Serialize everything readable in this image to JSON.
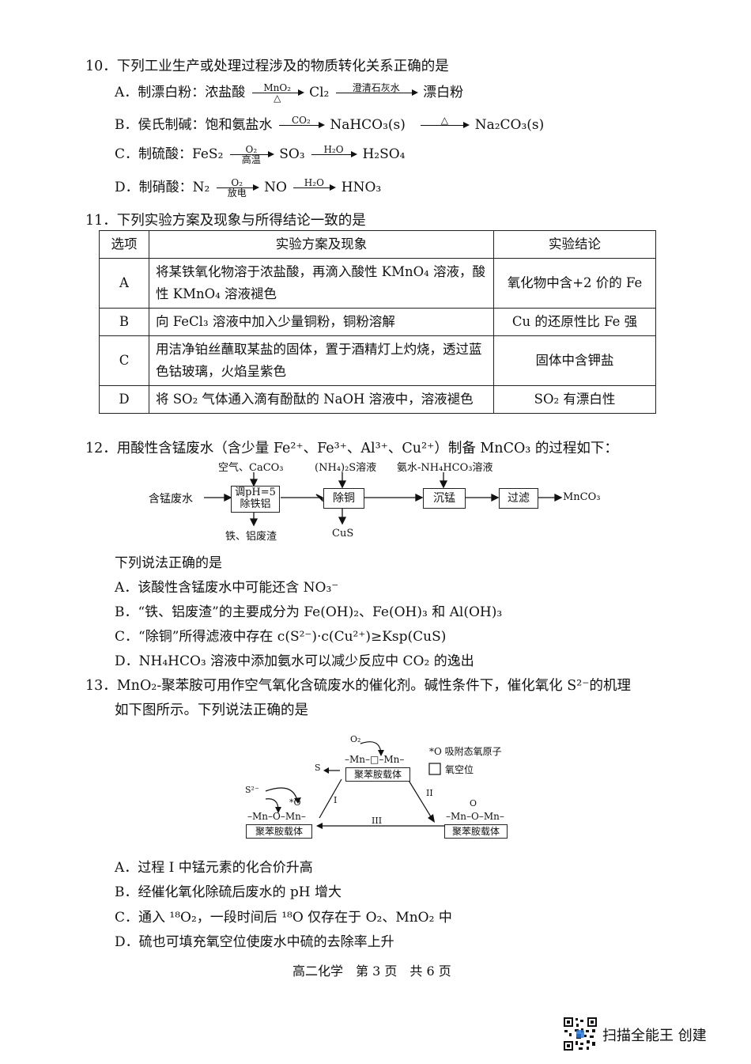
{
  "q10": {
    "stem": "10．下列工业生产或处理过程涉及的物质转化关系正确的是",
    "A": {
      "label": "A．制漂白粉：浓盐酸",
      "a1_top": "MnO₂",
      "a1_bot": "△",
      "mid": "Cl₂",
      "a2_top": "澄清石灰水",
      "end": "漂白粉"
    },
    "B": {
      "label": "B．侯氏制碱：饱和氨盐水",
      "a1_top": "CO₂",
      "mid": "NaHCO₃(s)",
      "a2_top": "△",
      "end": "Na₂CO₃(s)"
    },
    "C": {
      "label": "C．制硫酸：FeS₂",
      "a1_top": "O₂",
      "a1_bot": "高温",
      "mid": "SO₃",
      "a2_top": "H₂O",
      "end": "H₂SO₄"
    },
    "D": {
      "label": "D．制硝酸：N₂",
      "a1_top": "O₂",
      "a1_bot": "放电",
      "mid": "NO",
      "a2_top": "H₂O",
      "end": "HNO₃"
    }
  },
  "q11": {
    "stem": "11．下列实验方案及现象与所得结论一致的是",
    "headers": [
      "选项",
      "实验方案及现象",
      "实验结论"
    ],
    "rows": [
      {
        "opt": "A",
        "plan": "将某铁氧化物溶于浓盐酸，再滴入酸性 KMnO₄ 溶液，酸性 KMnO₄ 溶液褪色",
        "concl": "氧化物中含+2 价的 Fe"
      },
      {
        "opt": "B",
        "plan": "向 FeCl₃ 溶液中加入少量铜粉，铜粉溶解",
        "concl": "Cu 的还原性比 Fe 强"
      },
      {
        "opt": "C",
        "plan": "用洁净铂丝蘸取某盐的固体，置于酒精灯上灼烧，透过蓝色钴玻璃，火焰呈紫色",
        "concl": "固体中含钾盐"
      },
      {
        "opt": "D",
        "plan": "将 SO₂ 气体通入滴有酚酞的 NaOH 溶液中，溶液褪色",
        "concl": "SO₂ 有漂白性"
      }
    ]
  },
  "q12": {
    "stem": "12．用酸性含锰废水（含少量 Fe²⁺、Fe³⁺、Al³⁺、Cu²⁺）制备 MnCO₃ 的过程如下：",
    "flow": {
      "input": "含锰废水",
      "reagent1": "空气、CaCO₃",
      "box1_l1": "调pH=5",
      "box1_l2": "除铁铝",
      "waste1": "铁、铝废渣",
      "reagent2": "(NH₄)₂S溶液",
      "box2": "除铜",
      "waste2": "CuS",
      "reagent3": "氨水-NH₄HCO₃溶液",
      "box3": "沉锰",
      "box4": "过滤",
      "product": "MnCO₃"
    },
    "prompt": "下列说法正确的是",
    "A": "A．该酸性含锰废水中可能还含 NO₃⁻",
    "B": "B．“铁、铝废渣”的主要成分为 Fe(OH)₂、Fe(OH)₃ 和 Al(OH)₃",
    "C": "C．“除铜”所得滤液中存在 c(S²⁻)·c(Cu²⁺)≥Ksp(CuS)",
    "D": "D．NH₄HCO₃ 溶液中添加氨水可以减少反应中 CO₂ 的逸出"
  },
  "q13": {
    "stem1": "13．MnO₂-聚苯胺可用作空气氧化含硫废水的催化剂。碱性条件下，催化氧化 S²⁻的机理",
    "stem2": "如下图所示。下列说法正确的是",
    "diagram": {
      "o2": "O₂",
      "top_chain": "–Mn–□–Mn–",
      "carrier": "聚苯胺载体",
      "legend1": "*O 吸附态氧原子",
      "legend2": "氧空位",
      "s": "S",
      "s2": "S²⁻",
      "star_o": "*O",
      "left_chain": "–Mn–O–Mn–",
      "right_chain": "–Mn–O–Mn–",
      "right_o": "O",
      "I": "I",
      "II": "II",
      "III": "III"
    },
    "A": "A．过程 I 中锰元素的化合价升高",
    "B": "B．经催化氧化除硫后废水的 pH 增大",
    "C": "C．通入 ¹⁸O₂，一段时间后 ¹⁸O 仅存在于 O₂、MnO₂ 中",
    "D": "D．硫也可填充氧空位使废水中硫的去除率上升"
  },
  "footer": "高二化学　第 3 页　共 6 页",
  "scanner": "扫描全能王 创建"
}
